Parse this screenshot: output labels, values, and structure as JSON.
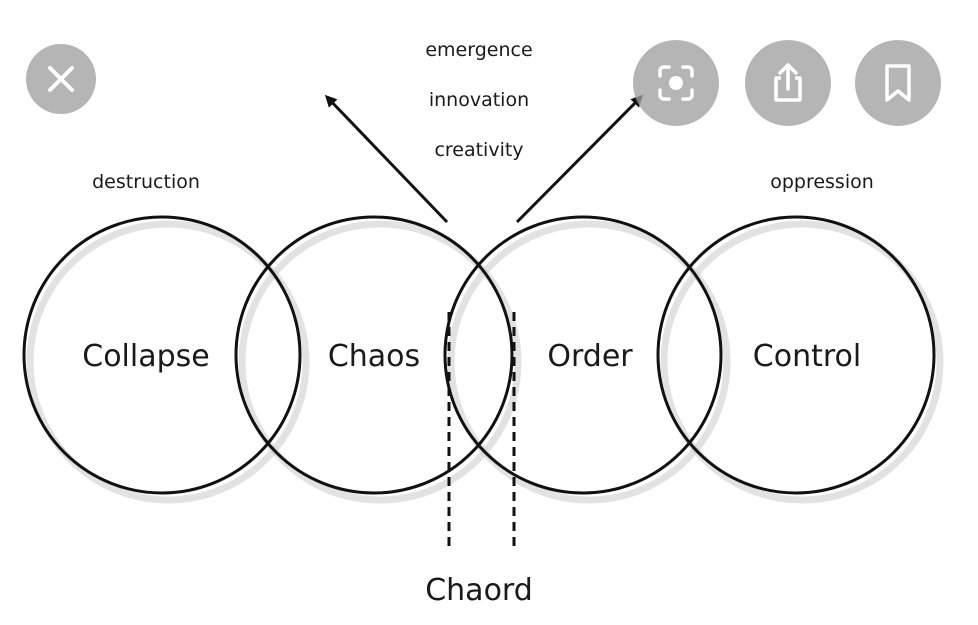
{
  "diagram": {
    "circles": [
      "Collapse",
      "Chaos",
      "Order",
      "Control"
    ],
    "top_words": [
      "emergence",
      "innovation",
      "creativity"
    ],
    "left_label": "destruction",
    "right_label": "oppression",
    "bottom_label": "Chaord"
  },
  "overlay": {
    "close_icon": "close-icon",
    "visual_search_icon": "visual-search-icon",
    "share_icon": "share-icon",
    "bookmark_icon": "bookmark-icon",
    "button_color": "#a0a0a0"
  }
}
